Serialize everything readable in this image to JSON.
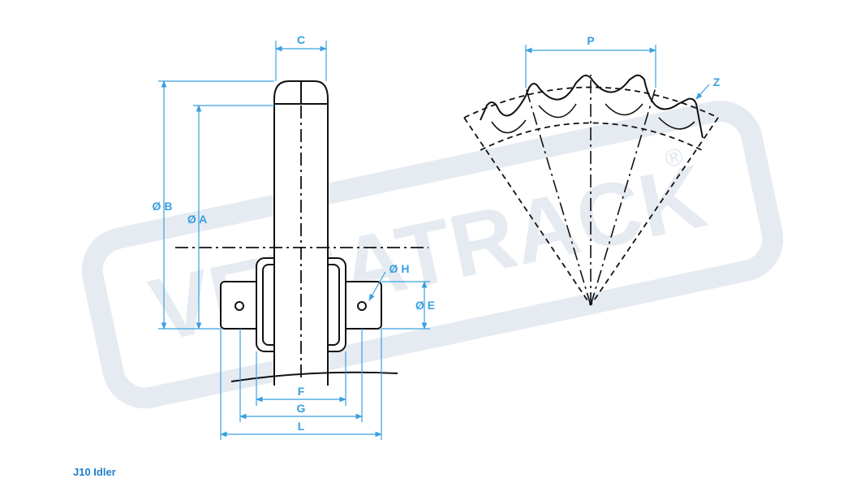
{
  "watermark": {
    "text": "VEMATRACK",
    "reg_mark": "®"
  },
  "caption": "J10 Idler",
  "dimensions": {
    "C": "C",
    "B": "Ø B",
    "A": "Ø A",
    "H": "Ø H",
    "E": "Ø E",
    "F": "F",
    "G": "G",
    "L": "L",
    "P": "P",
    "Z": "Z"
  },
  "colors": {
    "line": "#111111",
    "dimension": "#3a9fe0",
    "watermark": "#e6ebf2"
  }
}
